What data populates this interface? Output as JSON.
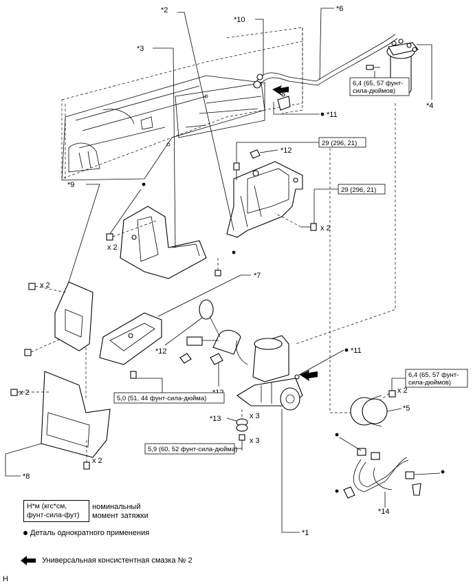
{
  "callouts": {
    "c1": "*1",
    "c2": "*2",
    "c3": "*3",
    "c4": "*4",
    "c5": "*5",
    "c6": "*6",
    "c7": "*7",
    "c8": "*8",
    "c9": "*9",
    "c10": "*10",
    "c11a": "*11",
    "c11b": "*11",
    "c12a": "*12",
    "c12b": "*12",
    "c12c": "*12",
    "c13": "*13",
    "c14": "*14"
  },
  "torque": {
    "t29a": "29 (296, 21)",
    "t29b": "29 (296, 21)",
    "t64a_1": "6,4 (65, 57 фунт-",
    "t64a_2": "сила-дюймов)",
    "t64b_1": "6,4 (65, 57 фунт-",
    "t64b_2": "сила-дюймов)",
    "t50": "5,0 (51, 44 фунт-сила-дюйма)",
    "t59": "5,9 (60, 52 фунт-сила-дюйма)"
  },
  "qty": {
    "x2": "x 2",
    "x3": "x 3"
  },
  "legend": {
    "box_line1": "Н*м (кгс*см,",
    "box_line2": "фунт-сила-фут)",
    "desc_line1": ": номинальный",
    "desc_line2": "момент затяжки",
    "single_use": "Деталь однократного применения",
    "grease": "Универсальная консистентная смазка № 2"
  },
  "corner_mark": "H"
}
